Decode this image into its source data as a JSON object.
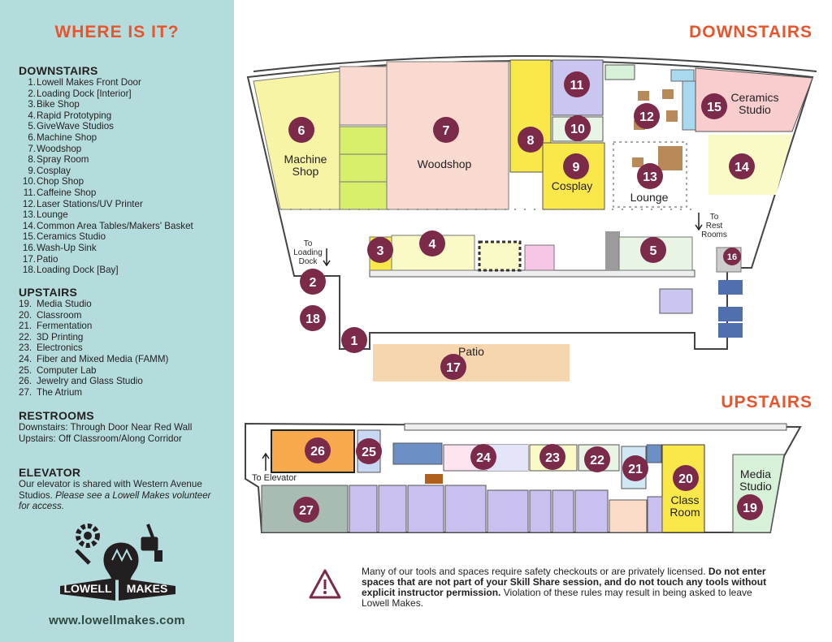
{
  "title": "WHERE IS IT?",
  "downstairs_heading": "DOWNSTAIRS",
  "upstairs_heading": "UPSTAIRS",
  "legend": {
    "downstairs": {
      "title": "DOWNSTAIRS",
      "items": [
        {
          "n": "1.",
          "label": "Lowell Makes Front Door"
        },
        {
          "n": "2.",
          "label": "Loading Dock [Interior]"
        },
        {
          "n": "3.",
          "label": "Bike Shop"
        },
        {
          "n": "4.",
          "label": "Rapid Prototyping"
        },
        {
          "n": "5.",
          "label": "GiveWave Studios"
        },
        {
          "n": "6.",
          "label": "Machine Shop"
        },
        {
          "n": "7.",
          "label": "Woodshop"
        },
        {
          "n": "8.",
          "label": "Spray Room"
        },
        {
          "n": "9.",
          "label": "Cosplay"
        },
        {
          "n": "10.",
          "label": "Chop Shop"
        },
        {
          "n": "11.",
          "label": "Caffeine Shop"
        },
        {
          "n": "12.",
          "label": "Laser Stations/UV Printer"
        },
        {
          "n": "13.",
          "label": "Lounge"
        },
        {
          "n": "14.",
          "label": "Common Area Tables/Makers' Basket"
        },
        {
          "n": "15.",
          "label": "Ceramics Studio"
        },
        {
          "n": "16.",
          "label": "Wash-Up Sink"
        },
        {
          "n": "17.",
          "label": "Patio"
        },
        {
          "n": "18.",
          "label": "Loading Dock [Bay]"
        }
      ]
    },
    "upstairs": {
      "title": "UPSTAIRS",
      "items": [
        {
          "n": "19.",
          "label": "Media Studio"
        },
        {
          "n": "20.",
          "label": "Classroom"
        },
        {
          "n": "21.",
          "label": "Fermentation"
        },
        {
          "n": "22.",
          "label": "3D Printing"
        },
        {
          "n": "23.",
          "label": "Electronics"
        },
        {
          "n": "24.",
          "label": "Fiber and Mixed Media (FAMM)"
        },
        {
          "n": "25.",
          "label": "Computer Lab"
        },
        {
          "n": "26.",
          "label": "Jewelry and Glass Studio"
        },
        {
          "n": "27.",
          "label": "The Atrium"
        }
      ]
    },
    "restrooms": {
      "title": "RESTROOMS",
      "text": "Downstairs: Through Door Near Red Wall Upstairs: Off Classroom/Along Corridor"
    },
    "elevator": {
      "title": "ELEVATOR",
      "text_plain": "Our elevator is shared with Western Avenue Studios. ",
      "text_italic": "Please see a Lowell Makes volunteer for access."
    }
  },
  "logo": {
    "line1": "LOWELL",
    "line2": "MAKES"
  },
  "website": "www.lowellmakes.com",
  "map": {
    "downstairs_markers": [
      {
        "n": "1"
      },
      {
        "n": "2"
      },
      {
        "n": "3"
      },
      {
        "n": "4"
      },
      {
        "n": "5"
      },
      {
        "n": "6"
      },
      {
        "n": "7"
      },
      {
        "n": "8"
      },
      {
        "n": "9"
      },
      {
        "n": "10"
      },
      {
        "n": "11"
      },
      {
        "n": "12"
      },
      {
        "n": "13"
      },
      {
        "n": "14"
      },
      {
        "n": "15"
      },
      {
        "n": "16"
      },
      {
        "n": "17"
      },
      {
        "n": "18"
      }
    ],
    "upstairs_markers": [
      {
        "n": "19"
      },
      {
        "n": "20"
      },
      {
        "n": "21"
      },
      {
        "n": "22"
      },
      {
        "n": "23"
      },
      {
        "n": "24"
      },
      {
        "n": "25"
      },
      {
        "n": "26"
      },
      {
        "n": "27"
      }
    ],
    "room_labels": {
      "machine_shop": [
        "Machine",
        "Shop"
      ],
      "woodshop": "Woodshop",
      "cosplay": "Cosplay",
      "lounge": "Lounge",
      "ceramics": [
        "Ceramics",
        "Studio"
      ],
      "patio": "Patio",
      "classroom": [
        "Class",
        "Room"
      ],
      "media_studio": [
        "Media",
        "Studio"
      ]
    },
    "directions": {
      "loading_dock": [
        "To",
        "Loading",
        "Dock"
      ],
      "rest_rooms": [
        "To",
        "Rest",
        "Rooms"
      ],
      "elevator": "To Elevator"
    },
    "colors": {
      "marker": "#7b2a4a",
      "heading": "#e8552d",
      "sidebar": "#b4dcdc"
    }
  },
  "warning": {
    "line1": "Many of our tools and spaces require safety checkouts or are privately licensed.",
    "bold": "Do not enter spaces that are not part of your Skill Share session, and do not touch any tools without explicit instructor permission.",
    "rest": " Violation of these rules may result in being asked to leave Lowell Makes."
  }
}
